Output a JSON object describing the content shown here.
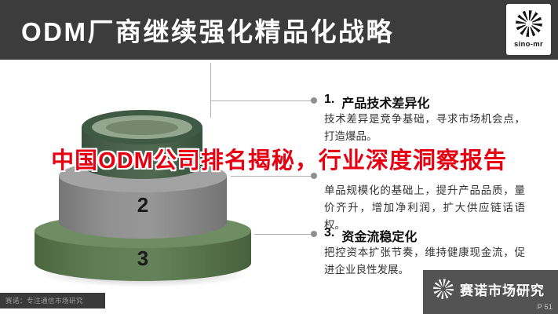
{
  "header": {
    "title": "ODM厂商继续强化精品化战略",
    "logo_text": "sino-mr"
  },
  "watermark_overlay": {
    "text": "中国ODM公司排名揭秘，行业深度洞察报告",
    "color": "#e60012"
  },
  "diagram": {
    "type": "stacked-cylinder-pyramid",
    "tiers": [
      {
        "number": "",
        "color": "#3f5a44"
      },
      {
        "number": "2",
        "color": "#8e8e8e"
      },
      {
        "number": "3",
        "color": "#5b7852"
      }
    ]
  },
  "points": [
    {
      "num": "1.",
      "title": "产品技术差异化",
      "body": "技术差异是竞争基础，寻求市场机会点，打造爆品。"
    },
    {
      "num": "",
      "title": "",
      "body": "单品规模化的基础上，提升产品品质，量价齐升，增加净利润，扩大供应链话语权。"
    },
    {
      "num": "3.",
      "title": "资金流稳定化",
      "body": "把控资本扩张节奏，维持健康现金流，促进企业良性发展。"
    }
  ],
  "footer": {
    "tagline": "赛诺：专注通信市场研究",
    "brand": "赛诺市场研究",
    "page": "P 51"
  },
  "colors": {
    "header_bg": "#3c3c3c",
    "overlay_red": "#e60012",
    "connector_gray": "#b0b0b0"
  }
}
